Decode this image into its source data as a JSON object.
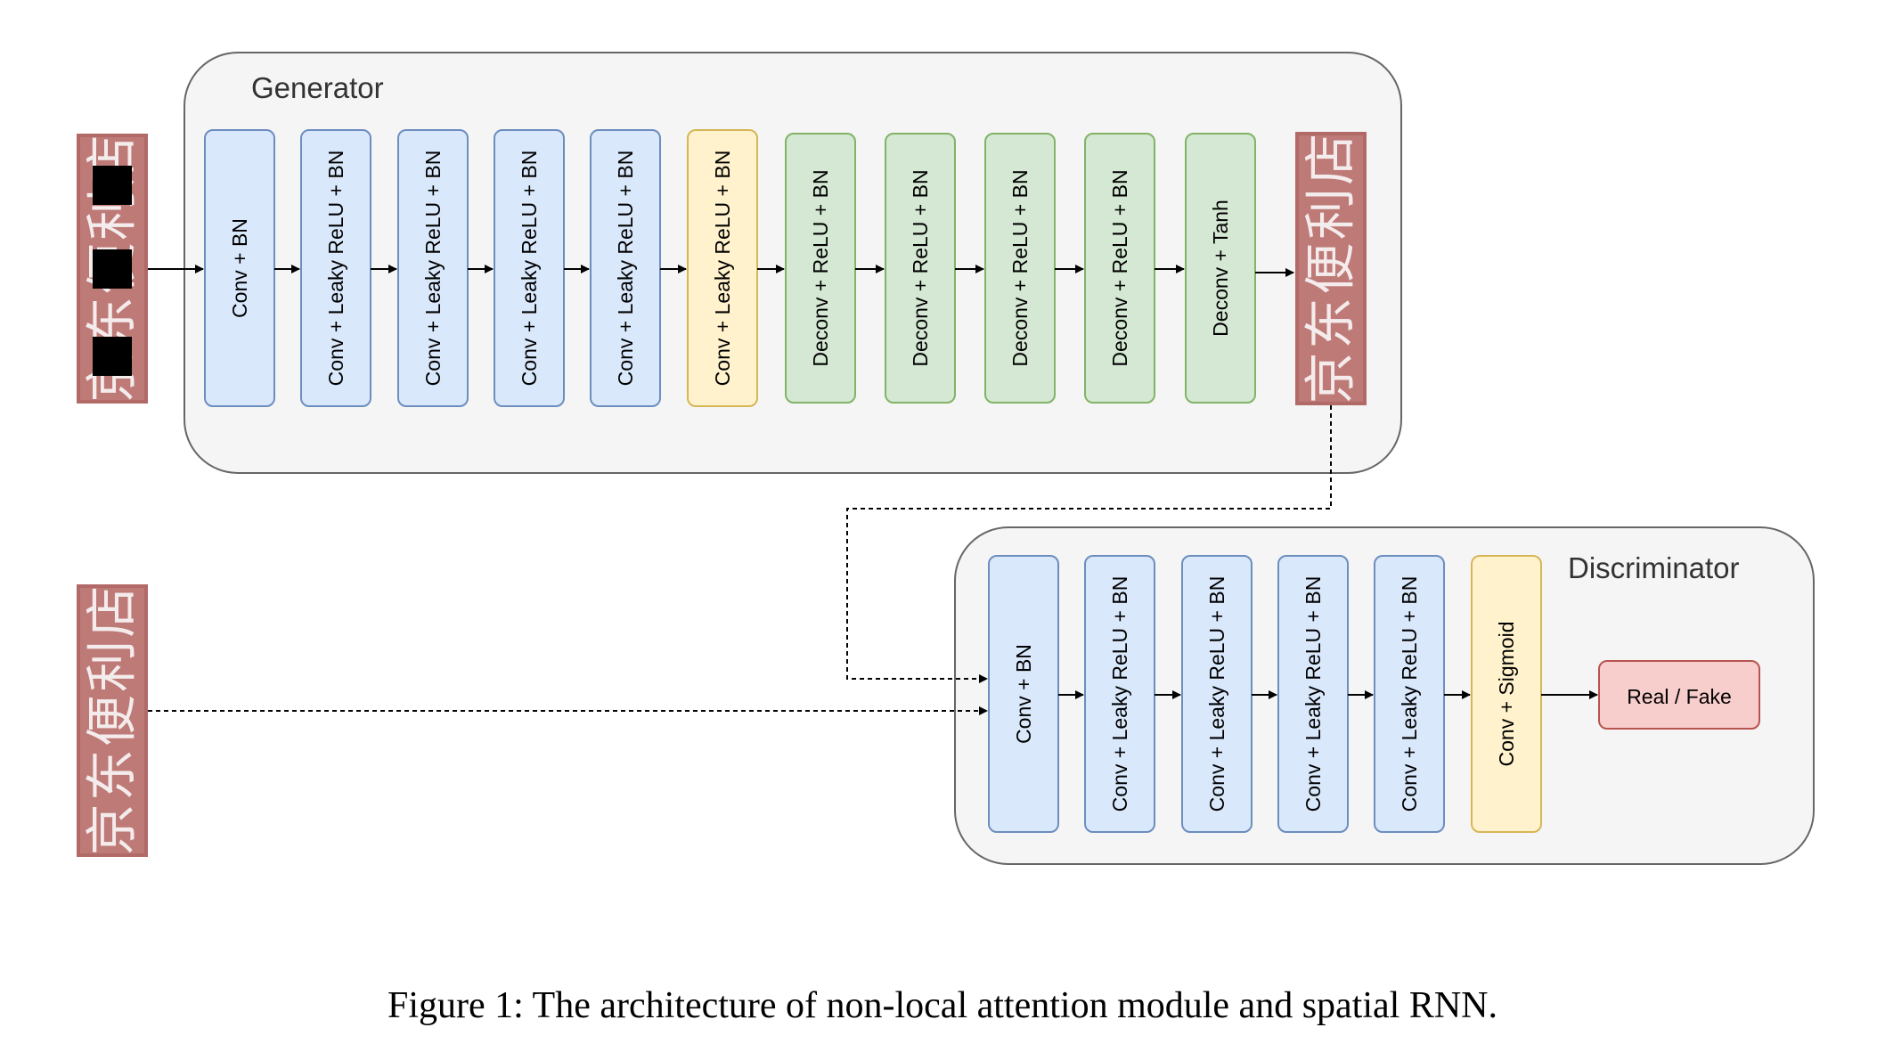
{
  "generator": {
    "title": "Generator",
    "layers": [
      "Conv + BN",
      "Conv + Leaky ReLU + BN",
      "Conv + Leaky ReLU + BN",
      "Conv + Leaky ReLU + BN",
      "Conv + Leaky ReLU + BN",
      "Conv + Leaky ReLU + BN",
      "Deconv + ReLU + BN",
      "Deconv + ReLU + BN",
      "Deconv + ReLU + BN",
      "Deconv + ReLU + BN",
      "Deconv + Tanh"
    ],
    "layer_kinds": [
      "conv",
      "conv",
      "conv",
      "conv",
      "conv",
      "bottleneck",
      "deconv",
      "deconv",
      "deconv",
      "deconv",
      "deconv"
    ]
  },
  "discriminator": {
    "title": "Discriminator",
    "layers": [
      "Conv + BN",
      "Conv + Leaky ReLU + BN",
      "Conv + Leaky ReLU + BN",
      "Conv + Leaky ReLU + BN",
      "Conv + Leaky ReLU + BN",
      "Conv + Sigmoid"
    ],
    "layer_kinds": [
      "conv",
      "conv",
      "conv",
      "conv",
      "conv",
      "bottleneck"
    ],
    "output": "Real / Fake"
  },
  "images": {
    "text_chars": [
      "京",
      "东",
      "便",
      "利",
      "店"
    ]
  },
  "colors": {
    "container_fill": "#f5f5f5",
    "container_stroke": "#666666",
    "conv_fill": "#dae8fc",
    "conv_stroke": "#6c8ebf",
    "bottleneck_fill": "#fff2cc",
    "bottleneck_stroke": "#d6b656",
    "deconv_fill": "#d5e8d4",
    "deconv_stroke": "#82b366",
    "output_fill": "#f8cecc",
    "output_stroke": "#b85450",
    "image_bg": "#b26a68"
  },
  "caption": "Figure 1: The architecture of non-local attention module and spatial RNN."
}
